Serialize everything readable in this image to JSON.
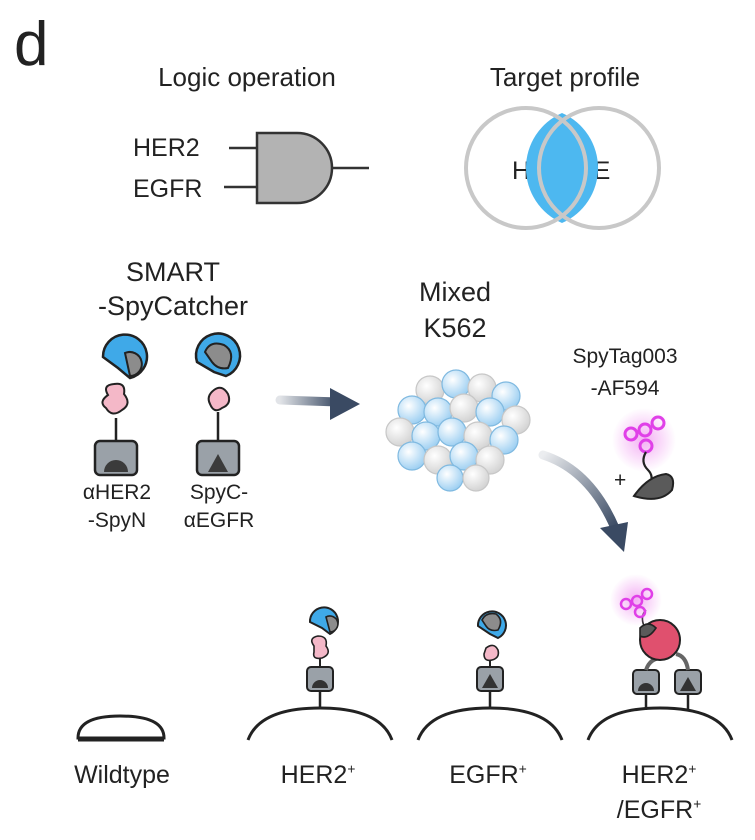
{
  "panel": {
    "letter": "d"
  },
  "logic": {
    "title": "Logic operation",
    "input_a": "HER2",
    "input_b": "EGFR"
  },
  "target": {
    "title": "Target profile",
    "left": "H",
    "right": "E",
    "overlap_color": "#4db8f0"
  },
  "smart": {
    "title_line1": "SMART",
    "title_line2": "-SpyCatcher",
    "left_label_line1": "αHER2",
    "left_label_line2": "-SpyN",
    "right_label_line1": "SpyC-",
    "right_label_line2": "αEGFR"
  },
  "mixed": {
    "line1": "Mixed",
    "line2": "K562"
  },
  "spytag": {
    "line1": "SpyTag003",
    "line2": "-AF594",
    "plus": "+"
  },
  "cells": {
    "wildtype": "Wildtype",
    "her2": {
      "main": "HER2",
      "sup": "+"
    },
    "egfr": {
      "main": "EGFR",
      "sup": "+"
    },
    "double_line1": {
      "main": "HER2",
      "sup": "+"
    },
    "double_line2": {
      "main": "/EGFR",
      "sup": "+"
    }
  },
  "colors": {
    "catcher_blue": "#3fa9e8",
    "domain_gray": "#8c8c8c",
    "linker_pink": "#f4b8c8",
    "receptor_gray": "#9aa1a8",
    "dye_magenta": "#e040e8",
    "dye_glow": "#f6b6f6",
    "reporter_red": "#e0506e",
    "arrow_navy": "#3a4a63"
  }
}
